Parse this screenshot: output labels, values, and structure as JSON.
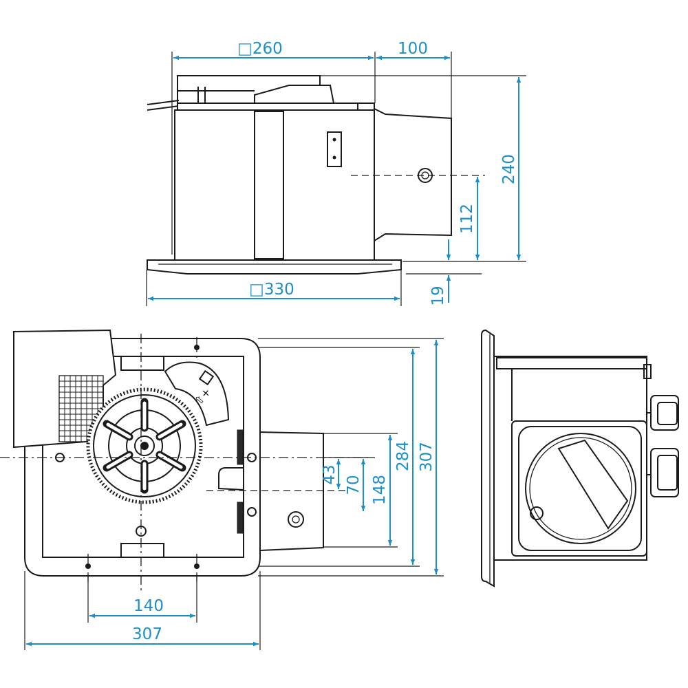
{
  "colors": {
    "dimension": "#1d8fc8",
    "drawing": "#1a1a1a",
    "background": "#ffffff"
  },
  "dimensions": {
    "top_width": "□260",
    "top_duct": "100",
    "top_height": "240",
    "duct_center_height": "112",
    "flange_thickness": "19",
    "grille_width": "□330",
    "plan_h_43": "43",
    "plan_h_70": "70",
    "plan_h_148": "148",
    "plan_h_284": "284",
    "plan_h_307": "307",
    "plan_w_140": "140",
    "plan_w_307": "307"
  }
}
